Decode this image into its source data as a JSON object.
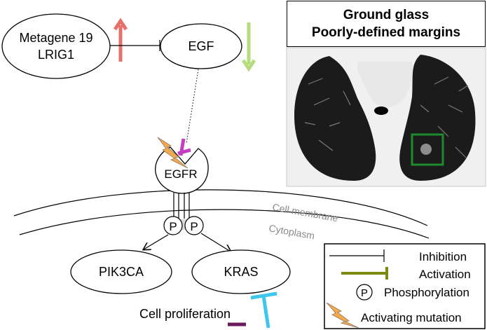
{
  "ct_caption": {
    "line1": "Ground glass",
    "line2": "Poorly-defined margins"
  },
  "nodes": {
    "metagene_line1": "Metagene 19",
    "metagene_line2": "LRIG1",
    "egf": "EGF",
    "egfr": "EGFR",
    "phospho_left": "P",
    "phospho_right": "P",
    "pik3ca": "PIK3CA",
    "kras": "KRAS"
  },
  "labels": {
    "cell_membrane": "Cell membrane",
    "cytoplasm": "Cytoplasm",
    "cell_proliferation": "Cell proliferation"
  },
  "legend": {
    "inhibition": "Inhibition",
    "activation": "Activation",
    "phospho_symbol": "P",
    "phosphorylation": "Phosphorylation",
    "activating_mutation": "Activating mutation"
  },
  "colors": {
    "up_arrow": "#e8706a",
    "down_arrow": "#b7dc7e",
    "activation": "#7c8a12",
    "mutation_bolt": "#f6a94a",
    "egfr_inhibitor": "#c33fbf",
    "proliferation_inhibitor": "#3ec6ec",
    "proliferation_activation": "#6b1a5e",
    "ct_box": "#1d8a2e"
  }
}
